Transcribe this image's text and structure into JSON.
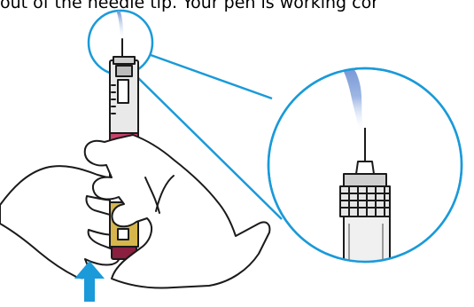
{
  "caption": {
    "text": "out of the needle tip. Your pen is working cor"
  },
  "illustration": {
    "hands": "hands-holding-pen",
    "pen": "insulin-pen",
    "needle": "needle",
    "liquid": "liquid-drop",
    "magnifier": "magnified-needle-tip",
    "arrow": "up-arrow"
  },
  "colors": {
    "outline": "#1a1a1a",
    "arrow": "#1a9ad9",
    "liquid": "#7f9fd8",
    "pen_body": "#e9e9e9",
    "pen_band": "#c8416b",
    "cartridge": "#d6b64c",
    "plunger": "#8a1f3f",
    "callout_line": "#1a9ad9"
  }
}
